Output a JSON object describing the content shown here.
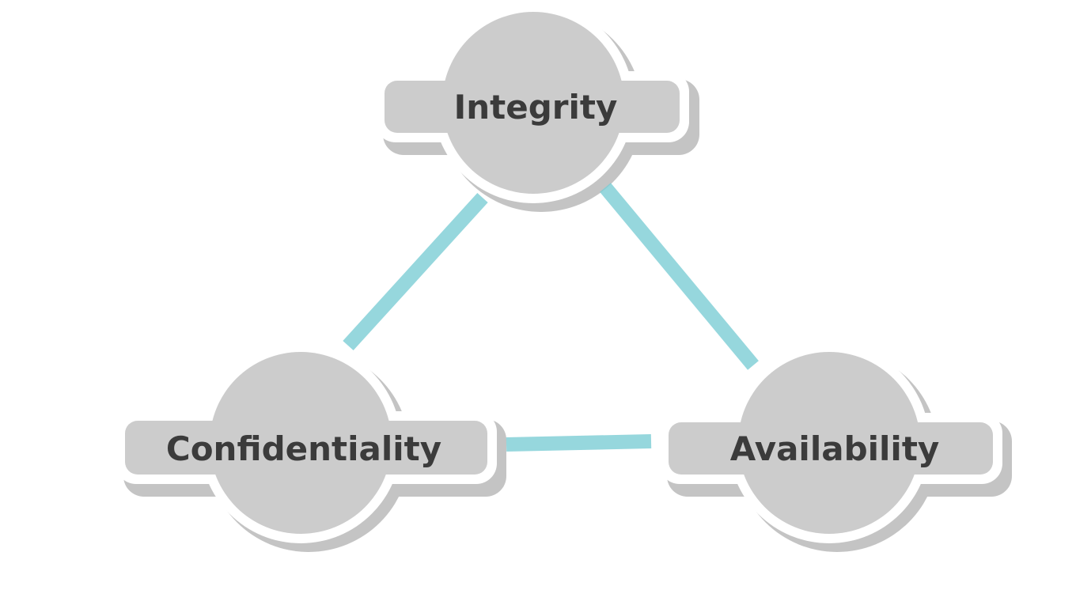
{
  "diagram": {
    "nodes": [
      {
        "id": "integrity",
        "label": "Integrity"
      },
      {
        "id": "confidentiality",
        "label": "Confidentiality"
      },
      {
        "id": "availability",
        "label": "Availability"
      }
    ],
    "edges": [
      {
        "from": "integrity",
        "to": "confidentiality"
      },
      {
        "from": "integrity",
        "to": "availability"
      },
      {
        "from": "confidentiality",
        "to": "availability"
      }
    ],
    "colors": {
      "node": "#cccccc",
      "shadow": "#c2c2c2",
      "edge": "#7ccdd5",
      "text": "#3b3b3b"
    }
  }
}
